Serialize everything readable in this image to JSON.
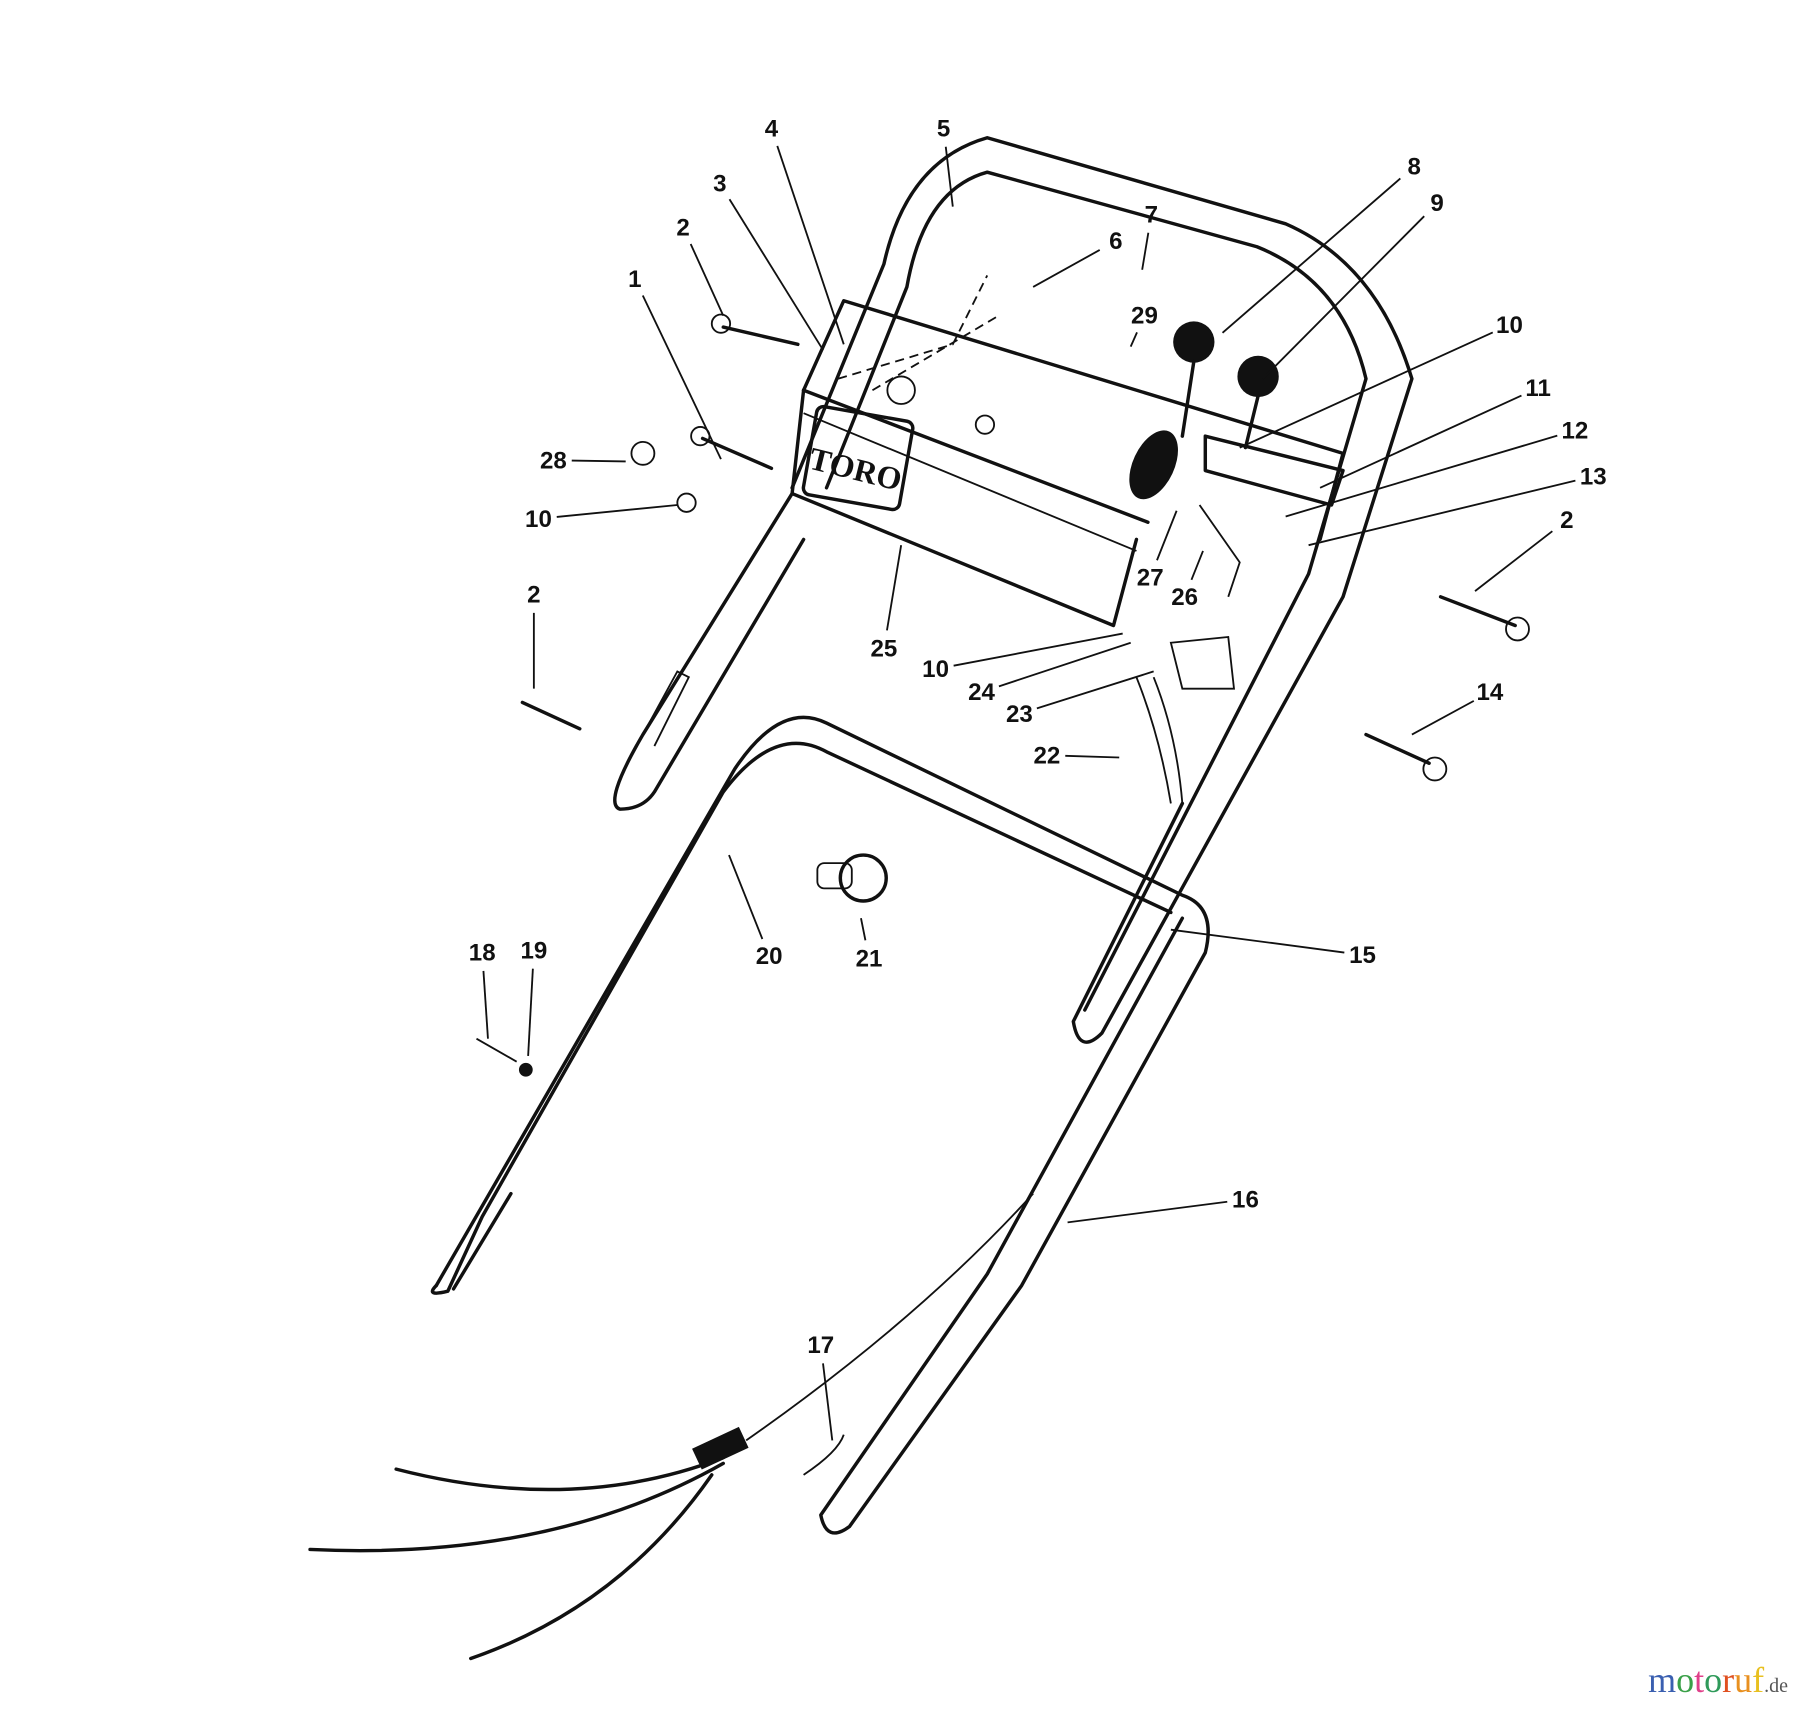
{
  "logo_text": "TORO",
  "watermark": {
    "letters": [
      {
        "t": "m",
        "c": "#3a5fb0"
      },
      {
        "t": "o",
        "c": "#3aa048"
      },
      {
        "t": "t",
        "c": "#e0408a"
      },
      {
        "t": "o",
        "c": "#2f9a5a"
      },
      {
        "t": "r",
        "c": "#e05020"
      },
      {
        "t": "u",
        "c": "#e89020"
      },
      {
        "t": "f",
        "c": "#e8c020"
      }
    ],
    "suffix": ".de"
  },
  "callouts": [
    "1",
    "2",
    "3",
    "4",
    "5",
    "6",
    "7",
    "8",
    "9",
    "10",
    "11",
    "12",
    "13",
    "2",
    "14",
    "15",
    "16",
    "17",
    "18",
    "19",
    "20",
    "21",
    "22",
    "23",
    "24",
    "10",
    "25",
    "26",
    "27",
    "28",
    "10",
    "29",
    "2"
  ]
}
